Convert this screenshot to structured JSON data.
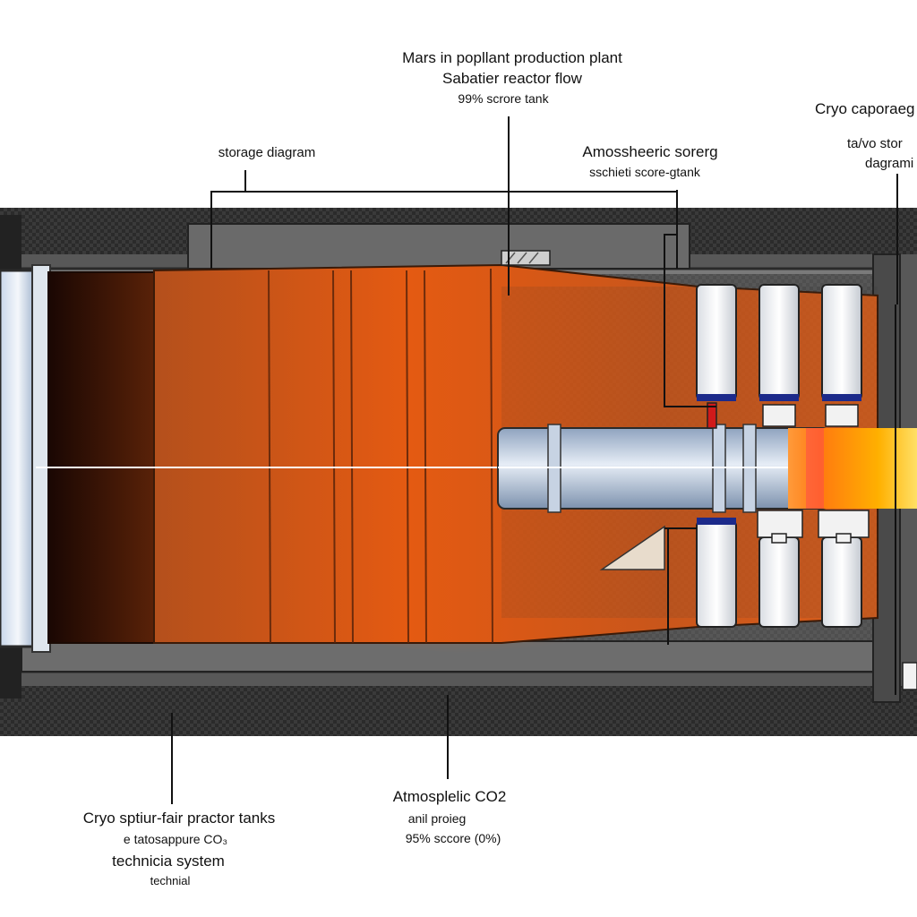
{
  "title": {
    "line1": "Mars in popllant production plant",
    "line2": "Sabatier reactor flow",
    "line3": "99% scrore tank"
  },
  "labels": {
    "storage_diagram": "storage diagram",
    "atmos_top_line1": "Amossheeric sorerg",
    "atmos_top_line2": "sschieti score-gtank",
    "cryo_right_line1": "Cryo caporaeg",
    "cryo_right_line2": "ta/vo stor",
    "cryo_right_line3": "dagrami",
    "cryo_bottom_line1": "Cryo  sptiur-fair practor tanks",
    "cryo_bottom_line2": "e tatosappure CO₃",
    "cryo_bottom_line3": "technicia system",
    "cryo_bottom_line4": "technial",
    "atmos_bottom_line1": "Atmosplelic CO2",
    "atmos_bottom_line2": "anil proieg",
    "atmos_bottom_line3": "95% sccore (0%)"
  },
  "colors": {
    "frame": "#3a3a3a",
    "frame_inner": "#8a8a8a",
    "tank_dark": "#2a0f05",
    "tank_rust": "#b4501c",
    "tank_orange": "#e2651f",
    "pipe_steel": "#aebfd6",
    "flame": "#ffb300",
    "cylinder_cap": "#1c2a8a",
    "valve_red": "#d01a1a"
  }
}
